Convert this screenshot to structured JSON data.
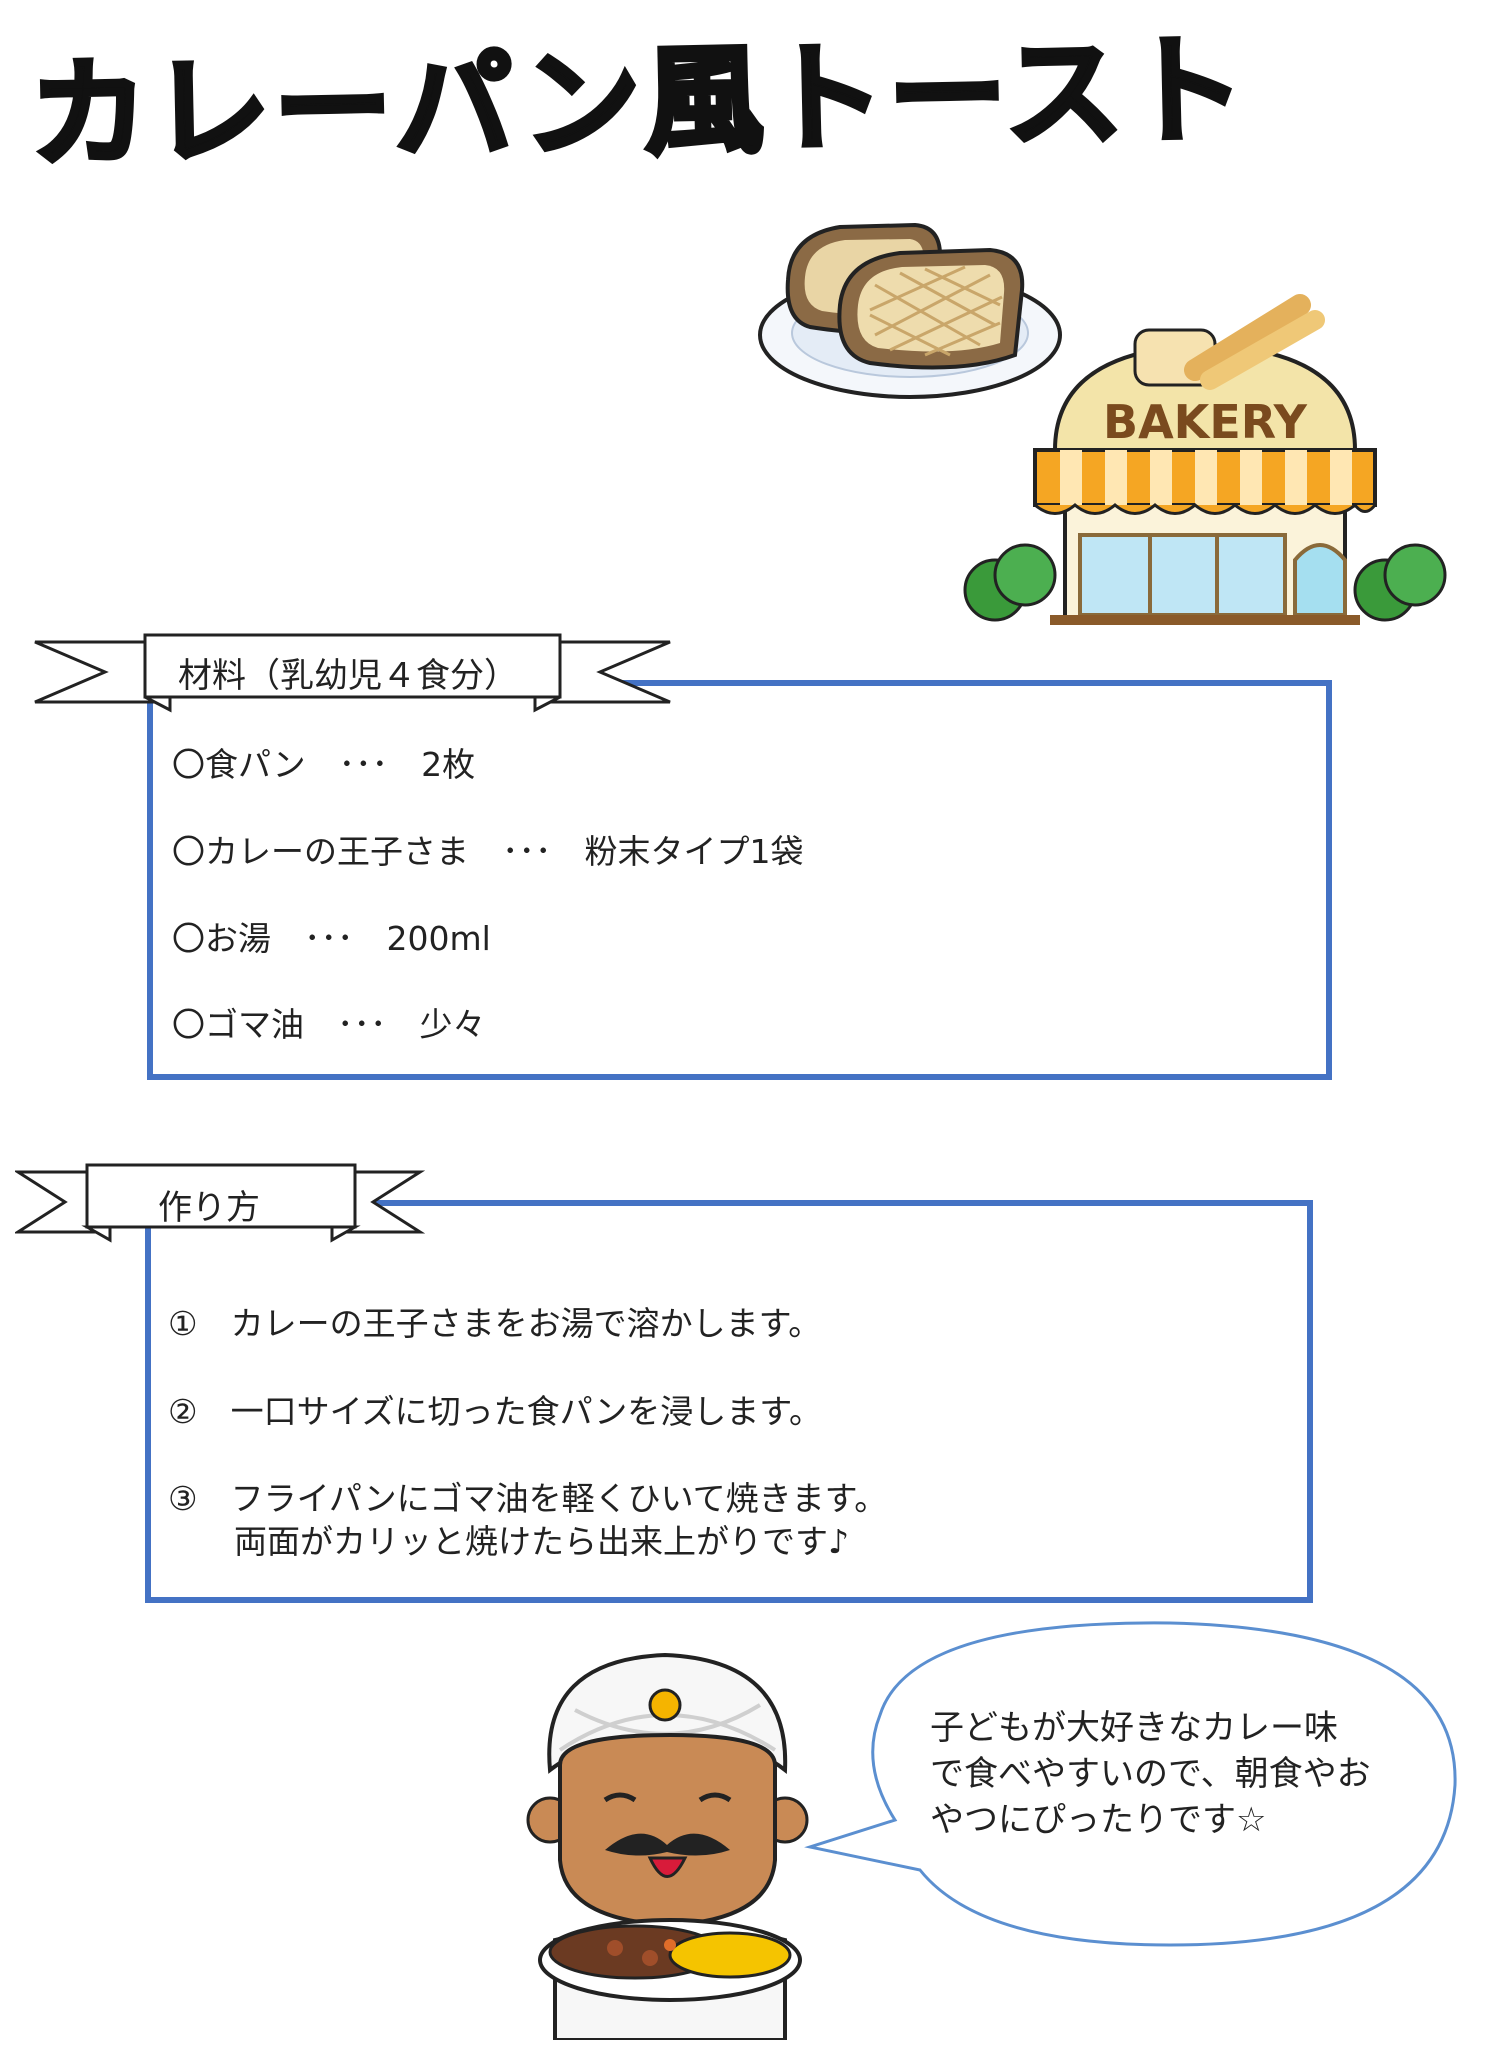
{
  "title": "カレーパン風トースト",
  "bakery_sign": "BAKERY",
  "ingredients": {
    "heading": "材料（乳幼児４食分）",
    "items": [
      "〇食パン　･･･　2枚",
      "〇カレーの王子さま　･･･　粉末タイプ1袋",
      "〇お湯　･･･　200ml",
      "〇ゴマ油　･･･　少々"
    ]
  },
  "method": {
    "heading": "作り方",
    "steps": [
      "①　カレーの王子さまをお湯で溶かします。",
      "②　一口サイズに切った食パンを浸します。",
      "③　フライパンにゴマ油を軽くひいて焼きます。",
      "　　両面がカリッと焼けたら出来上がりです♪"
    ]
  },
  "speech": {
    "lines": [
      "子どもが大好きなカレー味",
      "で食べやすいので、朝食やお",
      "やつにぴったりです☆"
    ]
  },
  "colors": {
    "box_border": "#4472c4",
    "speech_border": "#5b8fd0",
    "awning_orange": "#f5a623",
    "bread": "#e8c98a"
  }
}
